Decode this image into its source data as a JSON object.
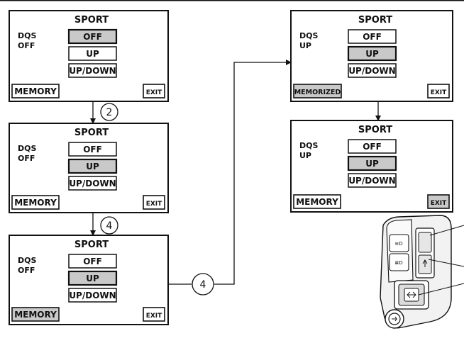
{
  "screens": [
    {
      "id": "s1",
      "title": "SPORT",
      "dqs_label": "DQS",
      "dqs_value": "OFF",
      "options": [
        "OFF",
        "UP",
        "UP/DOWN"
      ],
      "selected": 0,
      "left_button": "MEMORY",
      "left_highlight": false,
      "right_button": "EXIT",
      "right_highlight": false
    },
    {
      "id": "s2",
      "title": "SPORT",
      "dqs_label": "DQS",
      "dqs_value": "OFF",
      "options": [
        "OFF",
        "UP",
        "UP/DOWN"
      ],
      "selected": 1,
      "left_button": "MEMORY",
      "left_highlight": false,
      "right_button": "EXIT",
      "right_highlight": false
    },
    {
      "id": "s3",
      "title": "SPORT",
      "dqs_label": "DQS",
      "dqs_value": "OFF",
      "options": [
        "OFF",
        "UP",
        "UP/DOWN"
      ],
      "selected": 1,
      "left_button": "MEMORY",
      "left_highlight": true,
      "right_button": "EXIT",
      "right_highlight": false
    },
    {
      "id": "s4",
      "title": "SPORT",
      "dqs_label": "DQS",
      "dqs_value": "UP",
      "options": [
        "OFF",
        "UP",
        "UP/DOWN"
      ],
      "selected": 1,
      "left_button": "MEMORIZED",
      "left_highlight": true,
      "right_button": "EXIT",
      "right_highlight": false
    },
    {
      "id": "s5",
      "title": "SPORT",
      "dqs_label": "DQS",
      "dqs_value": "UP",
      "options": [
        "OFF",
        "UP",
        "UP/DOWN"
      ],
      "selected": 1,
      "left_button": "MEMORY",
      "left_highlight": false,
      "right_button": "EXIT",
      "right_highlight": true
    }
  ],
  "step_markers": [
    "2",
    "4",
    "4"
  ],
  "colors": {
    "highlight": "#c9c9c9",
    "line": "#111111",
    "device_fill": "#f2f2f2"
  },
  "icons": [
    "handlebar-switch-icon"
  ]
}
